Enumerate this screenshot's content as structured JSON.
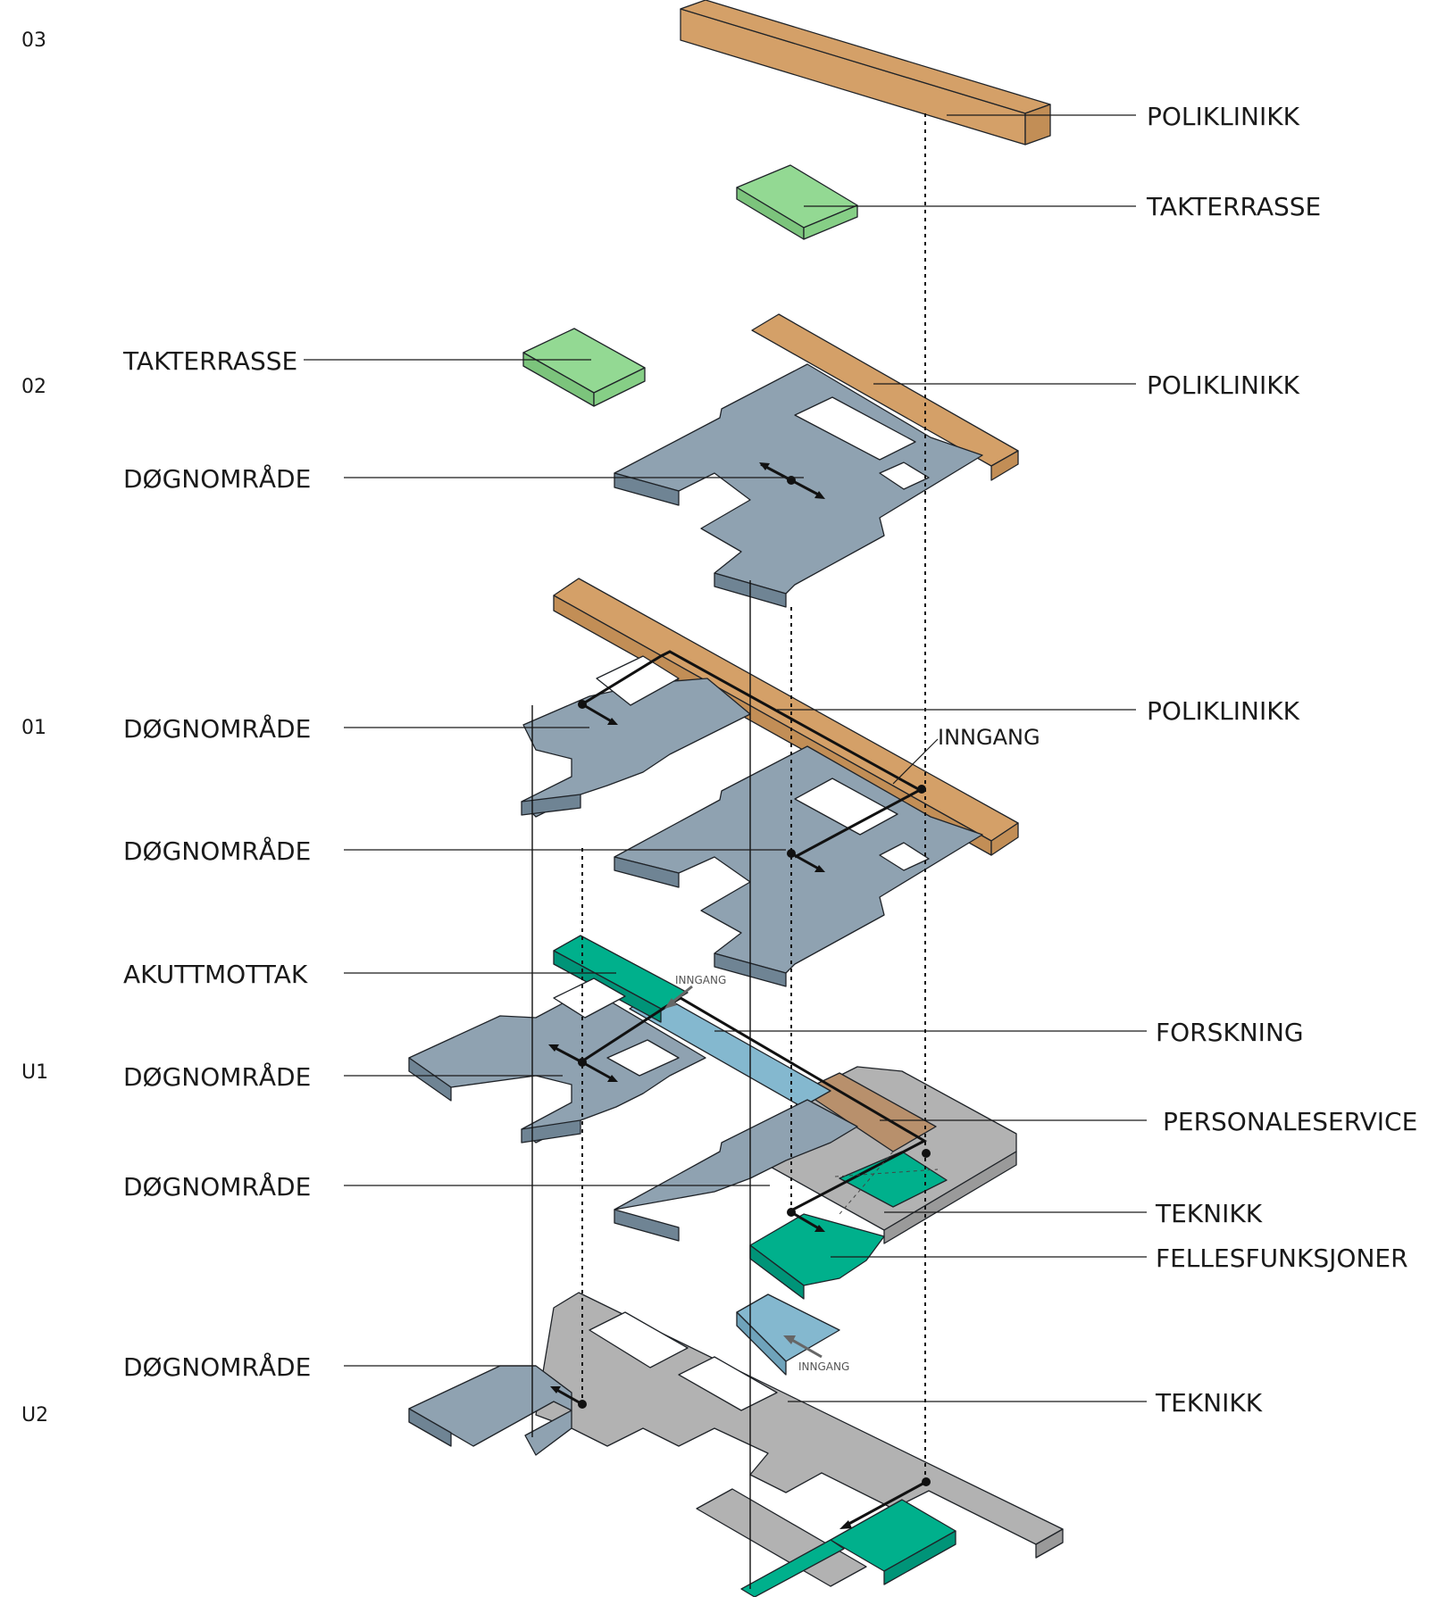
{
  "levels": {
    "l03": "03",
    "l02": "02",
    "l01": "01",
    "u1": "U1",
    "u2": "U2"
  },
  "labels": {
    "poliklinikk_03": "POLIKLINIKK",
    "takterrasse_03": "TAKTERRASSE",
    "takterrasse_02": "TAKTERRASSE",
    "poliklinikk_02": "POLIKLINIKK",
    "dognomrade_02": "DØGNOMRÅDE",
    "poliklinikk_01": "POLIKLINIKK",
    "inngang_01": "INNGANG",
    "dognomrade_01a": "DØGNOMRÅDE",
    "dognomrade_01b": "DØGNOMRÅDE",
    "akuttmottak": "AKUTTMOTTAK",
    "inngang_u1_top": "INNGANG",
    "forskning": "FORSKNING",
    "dognomrade_u1a": "DØGNOMRÅDE",
    "personaleservice": "PERSONALESERVICE",
    "dognomrade_u1b": "DØGNOMRÅDE",
    "teknikk_u1": "TEKNIKK",
    "fellesfunksjoner": "FELLESFUNKSJONER",
    "inngang_u1_bottom": "INNGANG",
    "dognomrade_u2": "DØGNOMRÅDE",
    "teknikk_u2": "TEKNIKK"
  },
  "colors": {
    "poliklinikk": "#d4a068",
    "takterrasse": "#93d993",
    "dognomrade": "#8fa2b1",
    "akuttmottak": "#00b08c",
    "forskning": "#84b8cf",
    "personaleservice": "#b8906c",
    "teknikk": "#b2b2b2",
    "fellesfunksjoner": "#00b08c"
  }
}
